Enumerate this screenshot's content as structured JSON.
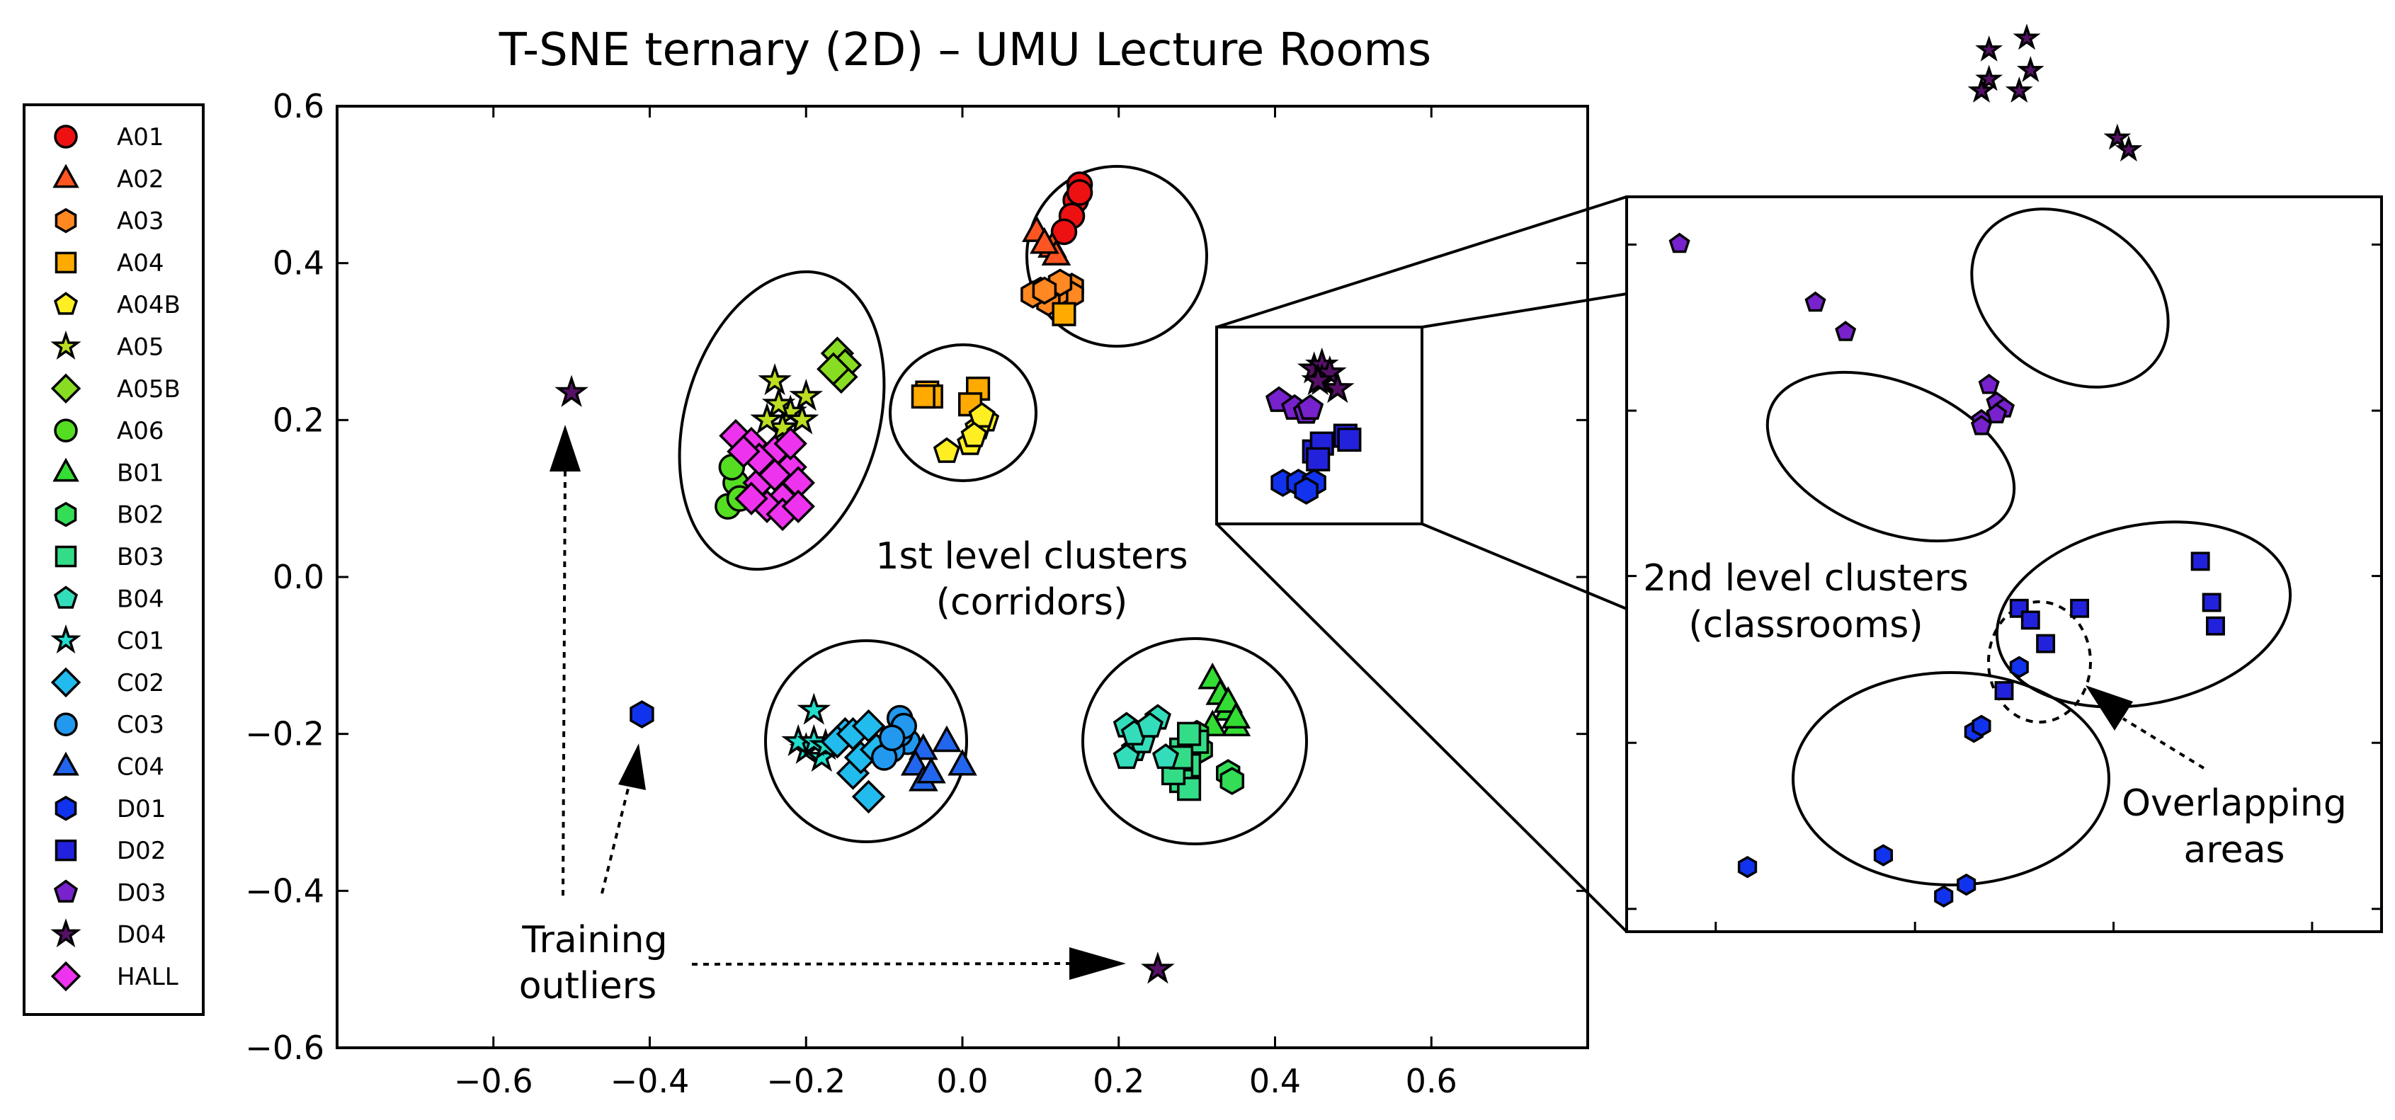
{
  "chart_data": {
    "type": "scatter",
    "title": "T-SNE ternary (2D) – UMU Lecture Rooms",
    "xlim": [
      -0.8,
      0.8
    ],
    "ylim": [
      -0.6,
      0.6
    ],
    "xticks": [
      "−0.6",
      "−0.4",
      "−0.2",
      "0.0",
      "0.2",
      "0.4",
      "0.6"
    ],
    "xtick_values": [
      -0.6,
      -0.4,
      -0.2,
      0.0,
      0.2,
      0.4,
      0.6
    ],
    "yticks": [
      "0.6",
      "0.4",
      "0.2",
      "0.0",
      "−0.2",
      "−0.4",
      "−0.6"
    ],
    "ytick_values": [
      0.6,
      0.4,
      0.2,
      0.0,
      -0.2,
      -0.4,
      -0.6
    ],
    "grid": false,
    "legend_position": "left, outside",
    "series": [
      {
        "name": "A01",
        "marker": "circle",
        "color": "#ee1111",
        "points": [
          [
            0.15,
            0.5
          ],
          [
            0.145,
            0.48
          ],
          [
            0.14,
            0.46
          ],
          [
            0.13,
            0.44
          ],
          [
            0.15,
            0.49
          ]
        ]
      },
      {
        "name": "A02",
        "marker": "triangle",
        "color": "#ff5522",
        "points": [
          [
            0.095,
            0.44
          ],
          [
            0.115,
            0.42
          ],
          [
            0.12,
            0.41
          ],
          [
            0.105,
            0.425
          ]
        ]
      },
      {
        "name": "A03",
        "marker": "hexagon",
        "color": "#ff8822",
        "points": [
          [
            0.1,
            0.365
          ],
          [
            0.13,
            0.355
          ],
          [
            0.14,
            0.37
          ],
          [
            0.14,
            0.36
          ],
          [
            0.12,
            0.36
          ],
          [
            0.11,
            0.35
          ],
          [
            0.09,
            0.36
          ],
          [
            0.125,
            0.375
          ],
          [
            0.105,
            0.365
          ]
        ]
      },
      {
        "name": "A04",
        "marker": "square",
        "color": "#ffaa00",
        "points": [
          [
            -0.045,
            0.235
          ],
          [
            -0.04,
            0.23
          ],
          [
            0.02,
            0.24
          ],
          [
            0.13,
            0.335
          ],
          [
            -0.05,
            0.23
          ],
          [
            0.01,
            0.22
          ]
        ]
      },
      {
        "name": "A04B",
        "marker": "pentagon",
        "color": "#ffee22",
        "points": [
          [
            0.03,
            0.2
          ],
          [
            0.02,
            0.19
          ],
          [
            0.025,
            0.205
          ],
          [
            -0.02,
            0.16
          ],
          [
            0.01,
            0.17
          ],
          [
            0.015,
            0.18
          ]
        ]
      },
      {
        "name": "A05",
        "marker": "star",
        "color": "#bbdd22",
        "points": [
          [
            -0.24,
            0.25
          ],
          [
            -0.2,
            0.23
          ],
          [
            -0.22,
            0.21
          ],
          [
            -0.23,
            0.19
          ],
          [
            -0.205,
            0.2
          ],
          [
            -0.235,
            0.22
          ],
          [
            -0.25,
            0.2
          ]
        ]
      },
      {
        "name": "A05B",
        "marker": "diamond",
        "color": "#88dd22",
        "points": [
          [
            -0.16,
            0.285
          ],
          [
            -0.15,
            0.27
          ],
          [
            -0.155,
            0.255
          ],
          [
            -0.165,
            0.265
          ]
        ]
      },
      {
        "name": "A06",
        "marker": "circle",
        "color": "#55dd22",
        "points": [
          [
            -0.3,
            0.09
          ],
          [
            -0.29,
            0.12
          ],
          [
            -0.295,
            0.14
          ],
          [
            -0.285,
            0.1
          ]
        ]
      },
      {
        "name": "B01",
        "marker": "triangle",
        "color": "#33dd33",
        "points": [
          [
            0.32,
            -0.13
          ],
          [
            0.34,
            -0.17
          ],
          [
            0.35,
            -0.19
          ],
          [
            0.33,
            -0.15
          ],
          [
            0.34,
            -0.16
          ],
          [
            0.32,
            -0.19
          ],
          [
            0.35,
            -0.18
          ]
        ]
      },
      {
        "name": "B02",
        "marker": "hexagon",
        "color": "#33dd55",
        "points": [
          [
            0.34,
            -0.25
          ],
          [
            0.345,
            -0.26
          ],
          [
            0.3,
            -0.2
          ],
          [
            0.305,
            -0.22
          ]
        ]
      },
      {
        "name": "B03",
        "marker": "square",
        "color": "#33dd88",
        "points": [
          [
            0.28,
            -0.22
          ],
          [
            0.29,
            -0.24
          ],
          [
            0.28,
            -0.26
          ],
          [
            0.29,
            -0.27
          ],
          [
            0.27,
            -0.25
          ],
          [
            0.3,
            -0.21
          ],
          [
            0.28,
            -0.23
          ],
          [
            0.29,
            -0.2
          ]
        ]
      },
      {
        "name": "B04",
        "marker": "pentagon",
        "color": "#33ddbb",
        "points": [
          [
            0.21,
            -0.19
          ],
          [
            0.22,
            -0.22
          ],
          [
            0.23,
            -0.21
          ],
          [
            0.25,
            -0.18
          ],
          [
            0.22,
            -0.2
          ],
          [
            0.21,
            -0.23
          ],
          [
            0.26,
            -0.23
          ],
          [
            0.24,
            -0.19
          ]
        ]
      },
      {
        "name": "C01",
        "marker": "star",
        "color": "#22ddcc",
        "points": [
          [
            -0.19,
            -0.17
          ],
          [
            -0.2,
            -0.22
          ],
          [
            -0.21,
            -0.21
          ],
          [
            -0.18,
            -0.23
          ],
          [
            -0.19,
            -0.21
          ],
          [
            -0.175,
            -0.215
          ]
        ]
      },
      {
        "name": "C02",
        "marker": "diamond",
        "color": "#22bbee",
        "points": [
          [
            -0.15,
            -0.2
          ],
          [
            -0.14,
            -0.25
          ],
          [
            -0.12,
            -0.28
          ],
          [
            -0.13,
            -0.23
          ],
          [
            -0.16,
            -0.21
          ],
          [
            -0.11,
            -0.22
          ],
          [
            -0.14,
            -0.2
          ],
          [
            -0.12,
            -0.19
          ]
        ]
      },
      {
        "name": "C03",
        "marker": "circle",
        "color": "#2299ee",
        "points": [
          [
            -0.08,
            -0.18
          ],
          [
            -0.07,
            -0.21
          ],
          [
            -0.09,
            -0.22
          ],
          [
            -0.1,
            -0.23
          ],
          [
            -0.08,
            -0.2
          ],
          [
            -0.075,
            -0.19
          ],
          [
            -0.09,
            -0.205
          ]
        ]
      },
      {
        "name": "C04",
        "marker": "triangle",
        "color": "#2266ee",
        "points": [
          [
            -0.02,
            -0.21
          ],
          [
            -0.05,
            -0.22
          ],
          [
            -0.06,
            -0.24
          ],
          [
            -0.05,
            -0.26
          ],
          [
            -0.04,
            -0.25
          ],
          [
            0.0,
            -0.24
          ]
        ]
      },
      {
        "name": "D01",
        "marker": "hexagon",
        "color": "#1133ee",
        "points": [
          [
            0.41,
            0.12
          ],
          [
            0.43,
            0.12
          ],
          [
            0.45,
            0.12
          ],
          [
            0.44,
            0.11
          ],
          [
            -0.41,
            -0.175
          ]
        ]
      },
      {
        "name": "D02",
        "marker": "square",
        "color": "#2222dd",
        "points": [
          [
            0.45,
            0.16
          ],
          [
            0.46,
            0.17
          ],
          [
            0.49,
            0.18
          ],
          [
            0.495,
            0.175
          ],
          [
            0.455,
            0.15
          ]
        ]
      },
      {
        "name": "D03",
        "marker": "pentagon",
        "color": "#7722cc",
        "points": [
          [
            0.405,
            0.225
          ],
          [
            0.425,
            0.215
          ],
          [
            0.44,
            0.21
          ],
          [
            0.445,
            0.215
          ]
        ]
      },
      {
        "name": "D04",
        "marker": "star",
        "color": "#551166",
        "points": [
          [
            0.45,
            0.265
          ],
          [
            0.46,
            0.27
          ],
          [
            0.46,
            0.25
          ],
          [
            0.47,
            0.26
          ],
          [
            0.48,
            0.24
          ],
          [
            0.455,
            0.25
          ],
          [
            -0.5,
            0.235
          ],
          [
            0.25,
            -0.5
          ]
        ]
      },
      {
        "name": "HALL",
        "marker": "diamond",
        "color": "#ee33ee",
        "points": [
          [
            -0.29,
            0.18
          ],
          [
            -0.27,
            0.17
          ],
          [
            -0.24,
            0.16
          ],
          [
            -0.22,
            0.14
          ],
          [
            -0.26,
            0.12
          ],
          [
            -0.23,
            0.1
          ],
          [
            -0.25,
            0.09
          ],
          [
            -0.21,
            0.12
          ],
          [
            -0.26,
            0.15
          ],
          [
            -0.28,
            0.16
          ],
          [
            -0.22,
            0.17
          ],
          [
            -0.24,
            0.13
          ],
          [
            -0.27,
            0.1
          ],
          [
            -0.23,
            0.08
          ],
          [
            -0.21,
            0.09
          ]
        ]
      }
    ],
    "inset": {
      "description_free": true,
      "series": [
        {
          "name": "D04",
          "marker": "star",
          "color": "#551166",
          "points": [
            [
              0.48,
              0.25
            ],
            [
              0.53,
              0.27
            ],
            [
              0.48,
              0.2
            ],
            [
              0.47,
              0.18
            ],
            [
              0.52,
              0.18
            ],
            [
              0.535,
              0.215
            ],
            [
              0.65,
              0.1
            ],
            [
              0.665,
              0.08
            ]
          ]
        },
        {
          "name": "D03",
          "marker": "pentagon",
          "color": "#7722cc",
          "points": [
            [
              0.07,
              -0.08
            ],
            [
              0.25,
              -0.18
            ],
            [
              0.29,
              -0.23
            ],
            [
              0.48,
              -0.32
            ],
            [
              0.49,
              -0.35
            ],
            [
              0.5,
              -0.36
            ],
            [
              0.47,
              -0.38
            ],
            [
              0.47,
              -0.39
            ],
            [
              0.49,
              -0.37
            ]
          ]
        },
        {
          "name": "D02",
          "marker": "square",
          "color": "#2222dd",
          "points": [
            [
              0.76,
              -0.62
            ],
            [
              0.775,
              -0.69
            ],
            [
              0.78,
              -0.73
            ],
            [
              0.6,
              -0.7
            ],
            [
              0.52,
              -0.7
            ],
            [
              0.535,
              -0.72
            ],
            [
              0.555,
              -0.76
            ],
            [
              0.5,
              -0.84
            ]
          ]
        },
        {
          "name": "D01",
          "marker": "hexagon",
          "color": "#1133ee",
          "points": [
            [
              0.52,
              -0.8
            ],
            [
              0.46,
              -0.91
            ],
            [
              0.47,
              -0.9
            ],
            [
              0.16,
              -1.14
            ],
            [
              0.34,
              -1.12
            ],
            [
              0.42,
              -1.19
            ],
            [
              0.45,
              -1.17
            ]
          ]
        }
      ]
    },
    "annotations": {
      "first_level_line1": "1st level clusters",
      "first_level_line2": "(corridors)",
      "second_level_line1": "2nd level clusters",
      "second_level_line2": "(classrooms)",
      "training_line1": "Training",
      "training_line2": "outliers",
      "overlap_line1": "Overlapping",
      "overlap_line2": "areas"
    }
  }
}
